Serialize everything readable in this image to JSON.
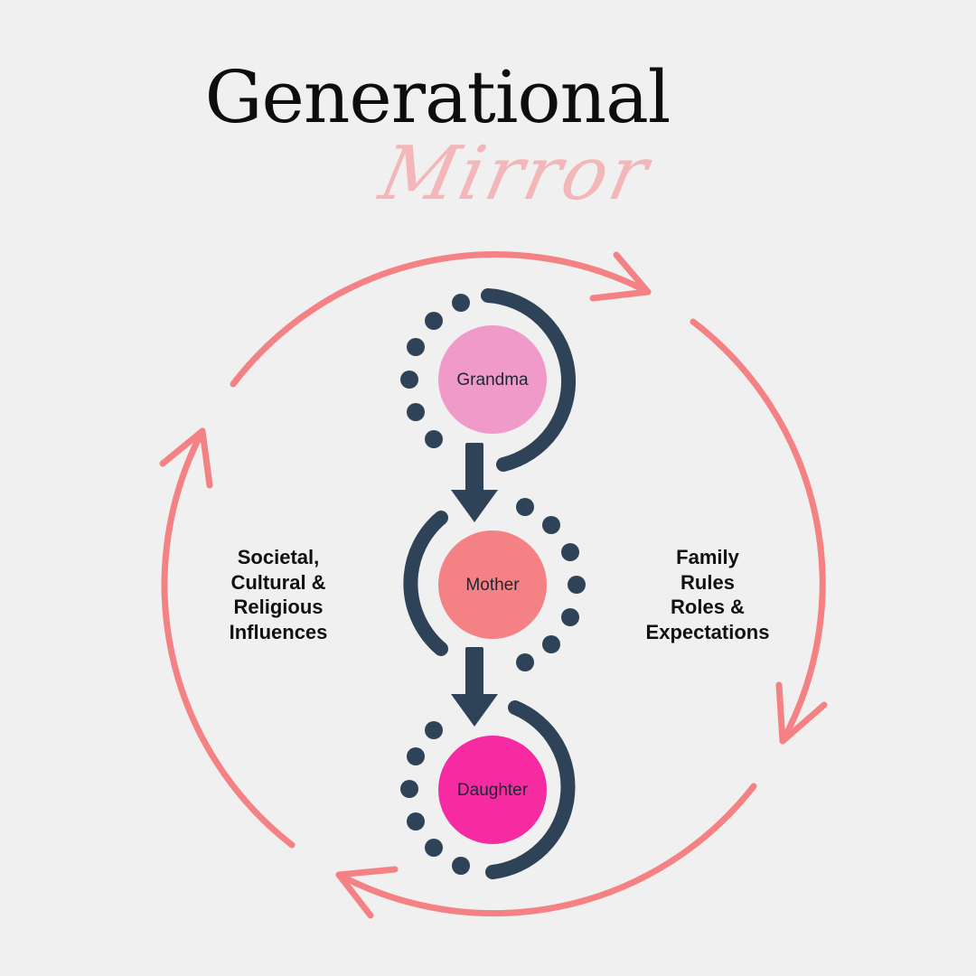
{
  "title": "Generational",
  "subtitle": "Mirror",
  "left_label": {
    "lines": [
      "Societal,",
      "Cultural &",
      "Religious",
      "Influences"
    ]
  },
  "right_label": {
    "lines": [
      "Family",
      "Rules",
      "Roles &",
      "Expectations"
    ]
  },
  "nodes": [
    {
      "label": "Grandma",
      "color": "#f09ac9"
    },
    {
      "label": "Mother",
      "color": "#f48285"
    },
    {
      "label": "Daughter",
      "color": "#f62ba1"
    }
  ],
  "colors": {
    "background": "#f1f0f0",
    "cycle_arrows": "#f48285",
    "connector": "#2f4358",
    "title": "#0d0d0d",
    "subtitle": "#f3b6b9"
  },
  "icons": {
    "cycle": "circular-arrows-icon",
    "down_arrow": "arrow-down-icon"
  }
}
